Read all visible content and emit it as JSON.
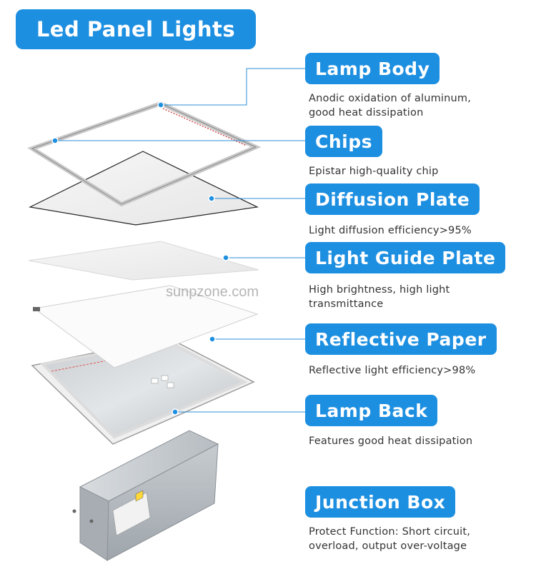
{
  "title": "Led Panel Lights",
  "watermark": "sunpzone.com",
  "components": [
    {
      "label": "Lamp Body",
      "desc": [
        "Anodic oxidation of aluminum,",
        "good  heat dissipation"
      ]
    },
    {
      "label": "Chips",
      "desc": [
        "Epistar high-quality chip"
      ]
    },
    {
      "label": "Diffusion Plate",
      "desc": [
        "Light diffusion efficiency>95%"
      ]
    },
    {
      "label": "Light Guide Plate",
      "desc": [
        "High brightness, high light",
        "transmittance"
      ]
    },
    {
      "label": "Reflective Paper",
      "desc": [
        "Reflective light efficiency>98%"
      ]
    },
    {
      "label": "Lamp Back",
      "desc": [
        "Features good heat dissipation"
      ]
    },
    {
      "label": "Junction Box",
      "desc": [
        "Protect Function: Short circuit,",
        "overload, output over-voltage"
      ]
    }
  ],
  "colors": {
    "accent": "#1d8fe1",
    "text": "#333333"
  }
}
